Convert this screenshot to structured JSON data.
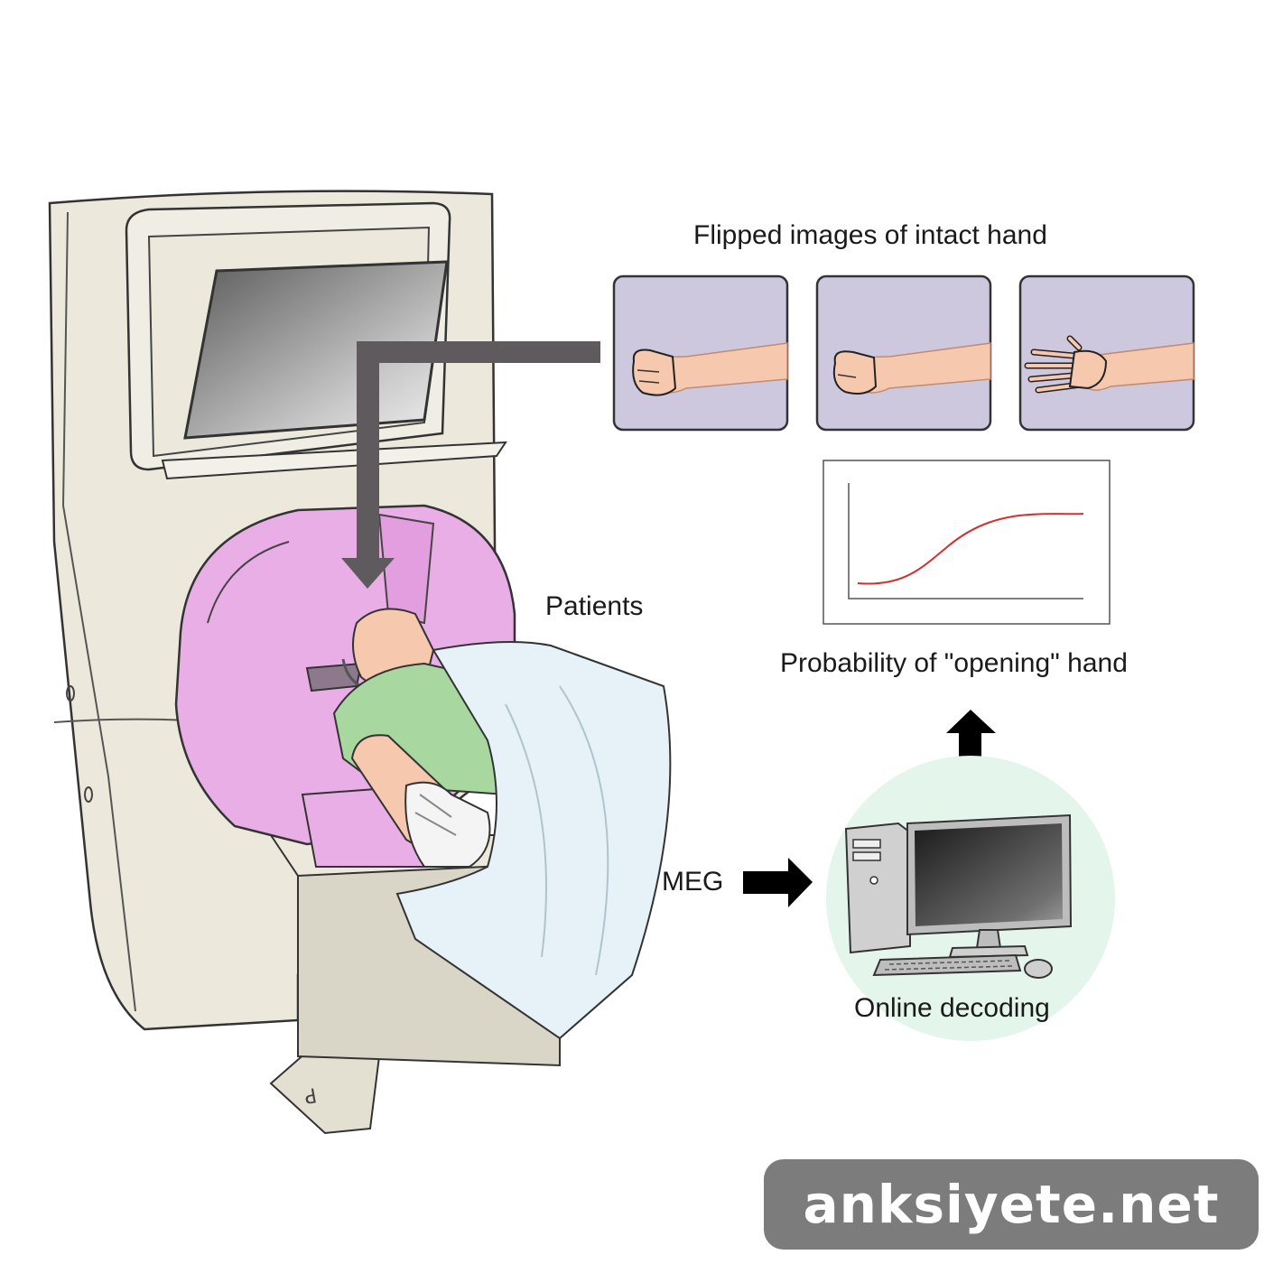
{
  "labels": {
    "flipped_images": "Flipped images of intact hand",
    "patients": "Patients",
    "probability": "Probability of \"opening\" hand",
    "meg": "MEG",
    "online_decoding": "Online decoding"
  },
  "watermark": "anksiyete.net",
  "colors": {
    "scanner_body": "#ece9dc",
    "scanner_ring": "#eaaee6",
    "panel_bg": "#cdc8de",
    "skin": "#f6c8ae",
    "gown": "#a8d8a0",
    "blanket": "#e6f2f8",
    "decoding_circle": "#e4f6ec",
    "curve": "#d23030",
    "arrow": "#5e5a5e",
    "watermark_bg": "#7c7c7c"
  },
  "icons": [
    "meg-scanner",
    "monitor",
    "hand-fist",
    "hand-open",
    "computer-tower",
    "keyboard",
    "mouse",
    "arrow-right",
    "arrow-up"
  ]
}
